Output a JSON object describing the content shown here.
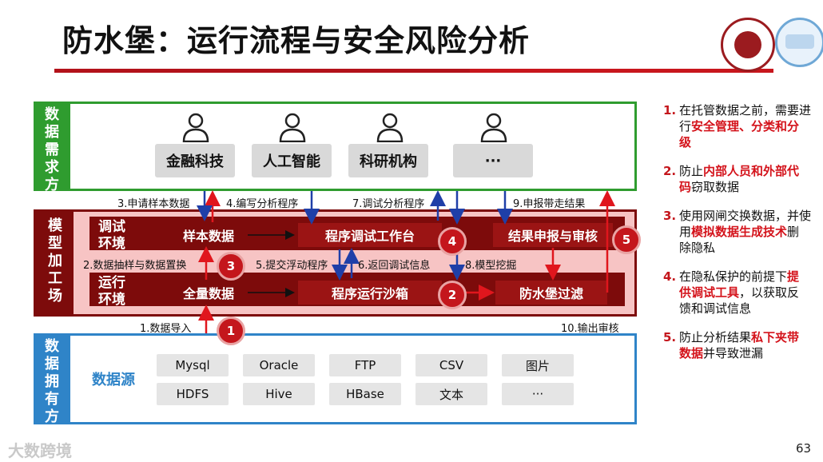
{
  "title": "防水堡：运行流程与安全风险分析",
  "sections": {
    "demand": "数\n据\n需\n求\n方",
    "model": "模\n型\n加\n工\n场",
    "source": "数\n据\n拥\n有\n方"
  },
  "demand_parties": [
    "金融科技",
    "人工智能",
    "科研机构",
    "···"
  ],
  "lanes": {
    "debug": "调试\n环境",
    "run": "运行\n环境"
  },
  "nodes": {
    "sample_data": "样本数据",
    "full_data": "全量数据",
    "debug_workbench": "程序调试工作台",
    "result_review": "结果申报与审核",
    "sandbox": "程序运行沙箱",
    "filter": "防水堡过滤",
    "data_source": "数据源"
  },
  "edge_labels": {
    "e1": "1.数据导入",
    "e2": "2.数据抽样与数据置换",
    "e3": "3.申请样本数据",
    "e4": "4.编写分析程序",
    "e5": "5.提交浮动程序",
    "e6": "6.返回调试信息",
    "e7": "7.调试分析程序",
    "e8": "8.模型挖掘",
    "e9": "9.申报带走结果",
    "e10": "10.输出审核"
  },
  "data_sources": [
    "Mysql",
    "Oracle",
    "FTP",
    "CSV",
    "图片",
    "HDFS",
    "Hive",
    "HBase",
    "文本",
    "···"
  ],
  "badges": [
    "1",
    "2",
    "3",
    "4",
    "5"
  ],
  "notes": [
    {
      "num": "1.",
      "parts": [
        {
          "t": "在托管数据之前，需要进行",
          "red": false
        },
        {
          "t": "安全管理、分类和分级",
          "red": true
        }
      ]
    },
    {
      "num": "2.",
      "parts": [
        {
          "t": "防止",
          "red": false
        },
        {
          "t": "内部人员和外部代码",
          "red": true
        },
        {
          "t": "窃取数据",
          "red": false
        }
      ]
    },
    {
      "num": "3.",
      "parts": [
        {
          "t": "使用网闸交换数据，并使用",
          "red": false
        },
        {
          "t": "模拟数据生成技术",
          "red": true
        },
        {
          "t": "删除隐私",
          "red": false
        }
      ]
    },
    {
      "num": "4.",
      "parts": [
        {
          "t": "在隐私保护的前提下",
          "red": false
        },
        {
          "t": "提供调试工具",
          "red": true
        },
        {
          "t": "，以获取反馈和调试信息",
          "red": false
        }
      ]
    },
    {
      "num": "5.",
      "parts": [
        {
          "t": "防止分析结果",
          "red": false
        },
        {
          "t": "私下夹带数据",
          "red": true
        },
        {
          "t": "并导致泄漏",
          "red": false
        }
      ]
    }
  ],
  "footer": "大数跨境",
  "page_number": "63",
  "colors": {
    "accent_red": "#c4161c",
    "model_dark": "#7d0b0b",
    "demand_green": "#2f9c2f",
    "source_blue": "#2f84c8",
    "arrow_blue": "#1f3fa8"
  }
}
